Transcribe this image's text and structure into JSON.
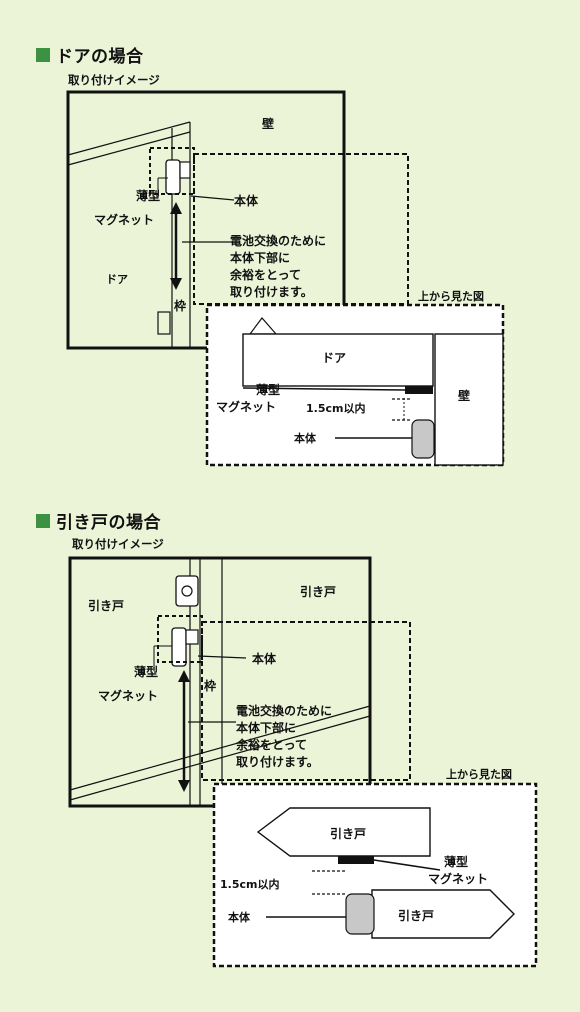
{
  "sections": [
    {
      "title": "ドアの場合",
      "subtitle": "取り付けイメージ",
      "labels": {
        "wall": "壁",
        "body": "本体",
        "magnet_line1": "薄型",
        "magnet_line2": "マグネット",
        "door": "ドア",
        "frame": "枠",
        "note_line1": "電池交換のために",
        "note_line2": "本体下部に",
        "note_line3": "余裕をとって",
        "note_line4": "取り付けます。",
        "top_view": "上から見た図",
        "top_door": "ドア",
        "top_wall": "壁",
        "top_magnet_line1": "薄型",
        "top_magnet_line2": "マグネット",
        "distance": "1.5cm以内",
        "top_body": "本体"
      }
    },
    {
      "title": "引き戸の場合",
      "subtitle": "取り付けイメージ",
      "labels": {
        "sliding_left": "引き戸",
        "sliding_right": "引き戸",
        "body": "本体",
        "magnet_line1": "薄型",
        "magnet_line2": "マグネット",
        "frame": "枠",
        "note_line1": "電池交換のために",
        "note_line2": "本体下部に",
        "note_line3": "余裕をとって",
        "note_line4": "取り付けます。",
        "top_view": "上から見た図",
        "top_sliding_upper": "引き戸",
        "top_magnet_line1": "薄型",
        "top_magnet_line2": "マグネット",
        "distance": "1.5cm以内",
        "top_body": "本体",
        "top_sliding_lower": "引き戸"
      }
    }
  ],
  "colors": {
    "background": "#ecf4d8",
    "accent": "#3c9142",
    "panel": "#ffffff",
    "device": "#c8c8c8",
    "line": "#111111"
  }
}
